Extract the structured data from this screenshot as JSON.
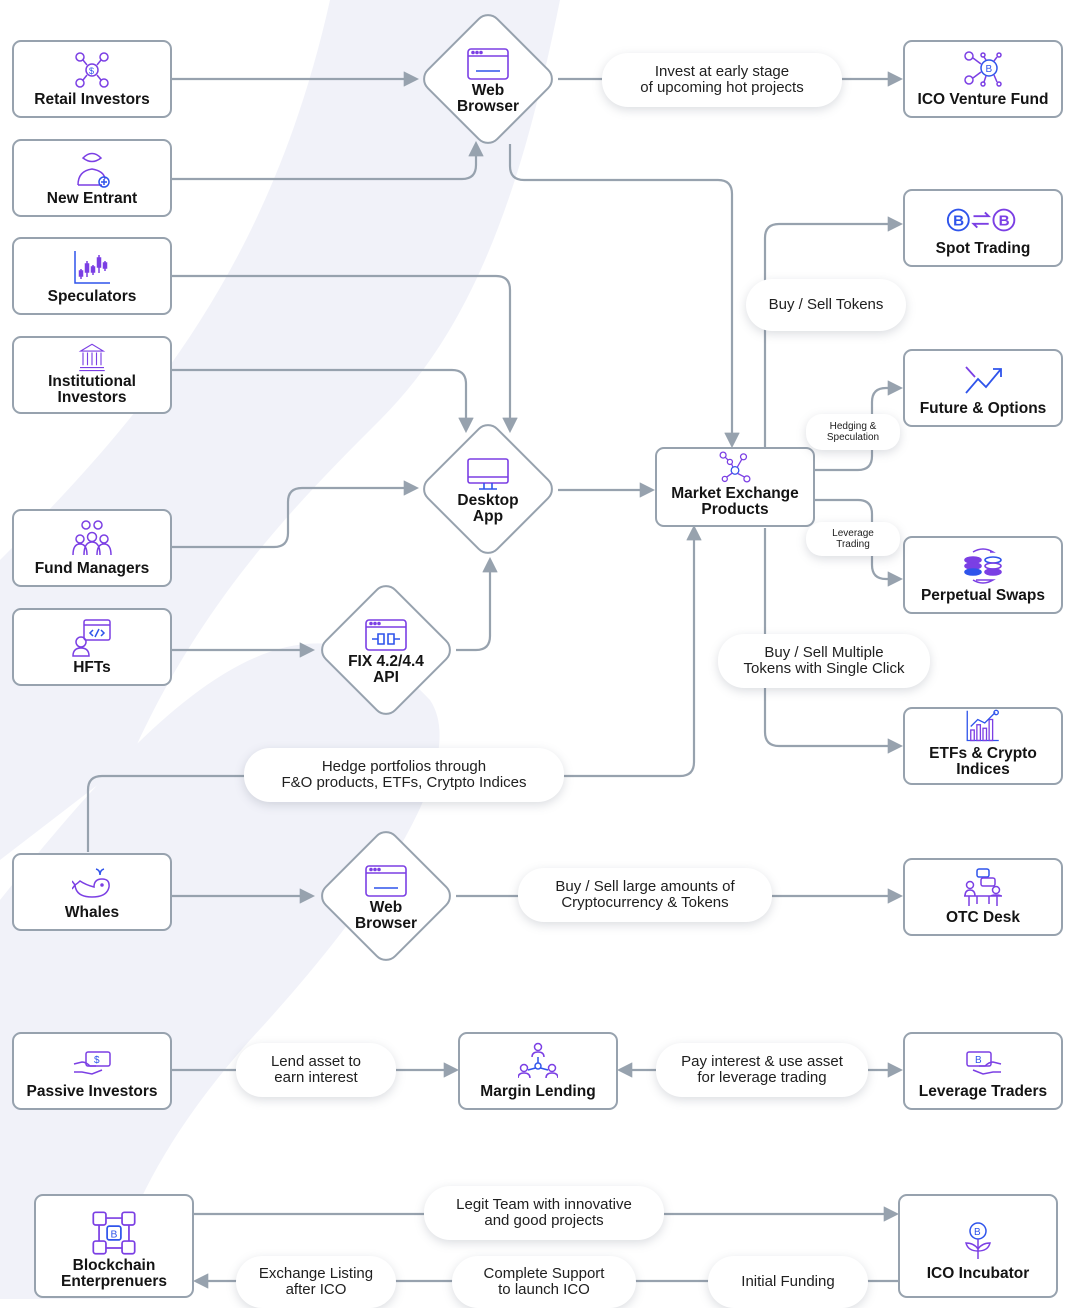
{
  "sources": {
    "retail_investors": "Retail Investors",
    "new_entrant": "New Entrant",
    "speculators": "Speculators",
    "institutional_investors": "Institutional\nInvestors",
    "fund_managers": "Fund Managers",
    "hfts": "HFTs",
    "whales": "Whales",
    "passive_investors": "Passive Investors",
    "blockchain_enterprenuers": "Blockchain\nEnterprenuers"
  },
  "channels": {
    "web_browser_top": "Web\nBrowser",
    "desktop_app": "Desktop\nApp",
    "fix_api": "FIX 4.2/4.4\nAPI",
    "web_browser_whales": "Web\nBrowser"
  },
  "hubs": {
    "market_exchange_products": "Market Exchange\nProducts",
    "margin_lending": "Margin Lending"
  },
  "destinations": {
    "ico_venture_fund": "ICO Venture Fund",
    "spot_trading": "Spot Trading",
    "future_options": "Future & Options",
    "perpetual_swaps": "Perpetual Swaps",
    "etfs_crypto_indices": "ETFs & Crypto\nIndices",
    "otc_desk": "OTC Desk",
    "leverage_traders": "Leverage Traders",
    "ico_incubator": "ICO Incubator"
  },
  "labels": {
    "invest_early": "Invest at early stage\nof upcoming hot projects",
    "buy_sell_tokens": "Buy / Sell Tokens",
    "hedging_speculation": "Hedging &\nSpeculation",
    "leverage_trading": "Leverage\nTrading",
    "buy_sell_multiple": "Buy / Sell Multiple\nTokens with Single Click",
    "hedge_portfolios": "Hedge portfolios through\nF&O products, ETFs, Crytpto Indices",
    "buy_sell_large": "Buy / Sell large amounts of\nCryptocurrency & Tokens",
    "lend_asset": "Lend asset to\nearn interest",
    "pay_interest": "Pay interest & use asset\nfor leverage trading",
    "legit_team": "Legit Team with innovative\nand good projects",
    "exchange_listing": "Exchange Listing\nafter ICO",
    "complete_support": "Complete Support\nto launch ICO",
    "initial_funding": "Initial Funding"
  },
  "colors": {
    "connector": "#97a2ae",
    "border": "#97a2ae",
    "icon_purple": "#7b3fe4",
    "icon_blue": "#2f54eb",
    "background_shape": "#eef0f8"
  },
  "icons": {
    "retail_investors": "investor-network-icon",
    "new_entrant": "new-user-icon",
    "speculators": "candlestick-chart-icon",
    "institutional_investors": "bank-building-icon",
    "fund_managers": "team-group-icon",
    "hfts": "coder-icon",
    "whales": "whale-icon",
    "passive_investors": "hand-cash-icon",
    "blockchain_enterprenuers": "blockchain-network-icon",
    "web_browser": "browser-window-icon",
    "desktop_app": "monitor-icon",
    "fix_api": "api-plug-icon",
    "market_exchange_products": "network-nodes-icon",
    "margin_lending": "lending-network-icon",
    "ico_venture_fund": "bitcoin-network-icon",
    "spot_trading": "bitcoin-exchange-icon",
    "future_options": "trend-arrow-icon",
    "perpetual_swaps": "coin-swap-icon",
    "etfs_crypto_indices": "bar-chart-growth-icon",
    "otc_desk": "desk-meeting-icon",
    "leverage_traders": "hand-bitcoin-icon",
    "ico_incubator": "bitcoin-plant-icon"
  }
}
